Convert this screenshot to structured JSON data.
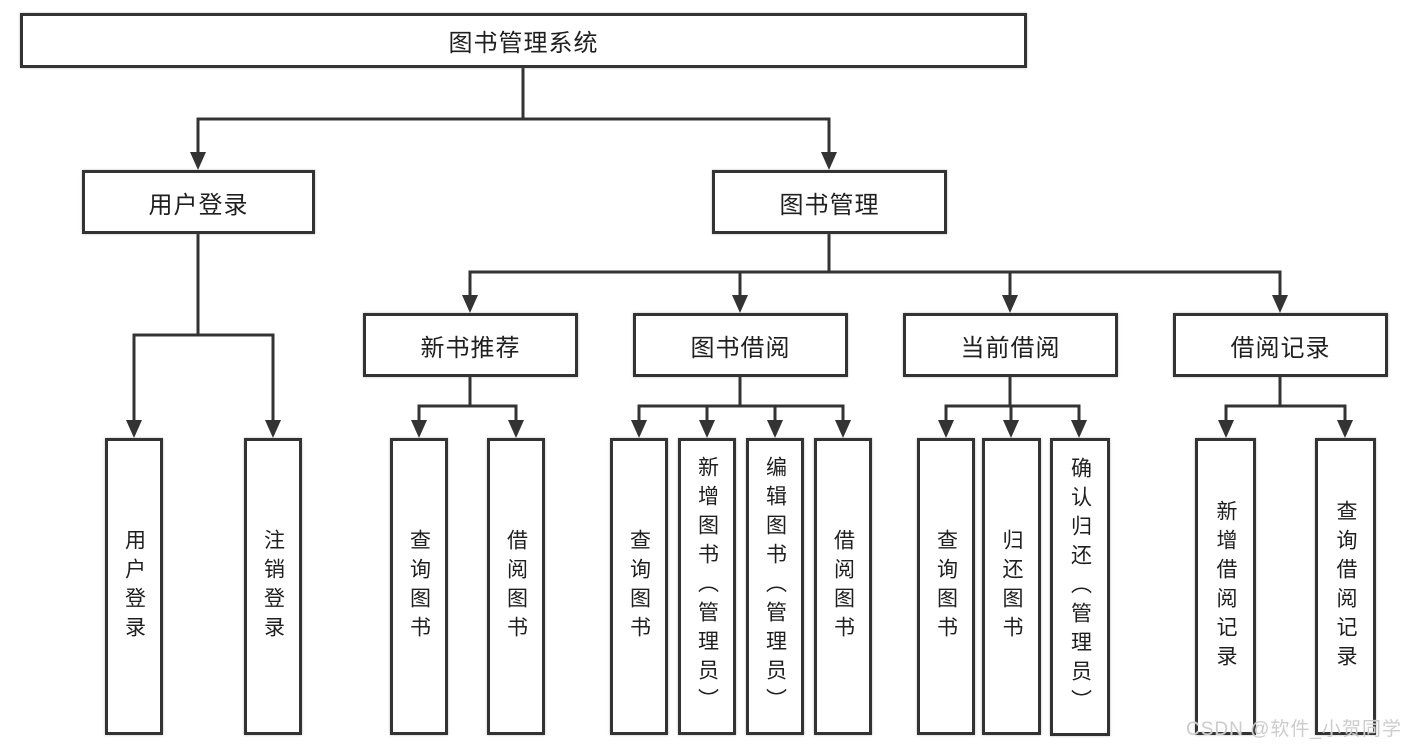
{
  "diagram": {
    "title": "图书管理系统"
  },
  "nodes": [
    {
      "id": "root",
      "label": "图书管理系统",
      "level": 1,
      "parent": null
    },
    {
      "id": "user-login",
      "label": "用户登录",
      "level": 2,
      "parent": "root"
    },
    {
      "id": "book-management",
      "label": "图书管理",
      "level": 2,
      "parent": "root"
    },
    {
      "id": "new-book-recommend",
      "label": "新书推荐",
      "level": 3,
      "parent": "book-management"
    },
    {
      "id": "book-borrow",
      "label": "图书借阅",
      "level": 3,
      "parent": "book-management"
    },
    {
      "id": "current-borrow",
      "label": "当前借阅",
      "level": 3,
      "parent": "book-management"
    },
    {
      "id": "borrow-records",
      "label": "借阅记录",
      "level": 3,
      "parent": "book-management"
    },
    {
      "id": "leaf-user-login",
      "label": "用户登录",
      "level": 4,
      "parent": "user-login"
    },
    {
      "id": "leaf-logout",
      "label": "注销登录",
      "level": 4,
      "parent": "user-login"
    },
    {
      "id": "leaf-query-books-1",
      "label": "查询图书",
      "level": 4,
      "parent": "new-book-recommend"
    },
    {
      "id": "leaf-borrow-books-1",
      "label": "借阅图书",
      "level": 4,
      "parent": "new-book-recommend"
    },
    {
      "id": "leaf-query-books-2",
      "label": "查询图书",
      "level": 4,
      "parent": "book-borrow"
    },
    {
      "id": "leaf-add-book",
      "label": "新增图书（管理员）",
      "level": 4,
      "parent": "book-borrow"
    },
    {
      "id": "leaf-edit-book",
      "label": "编辑图书（管理员）",
      "level": 4,
      "parent": "book-borrow"
    },
    {
      "id": "leaf-borrow-books-2",
      "label": "借阅图书",
      "level": 4,
      "parent": "book-borrow"
    },
    {
      "id": "leaf-query-books-3",
      "label": "查询图书",
      "level": 4,
      "parent": "current-borrow"
    },
    {
      "id": "leaf-return-book",
      "label": "归还图书",
      "level": 4,
      "parent": "current-borrow"
    },
    {
      "id": "leaf-confirm-return",
      "label": "确认归还（管理员）",
      "level": 4,
      "parent": "current-borrow"
    },
    {
      "id": "leaf-add-borrow-record",
      "label": "新增借阅记录",
      "level": 4,
      "parent": "borrow-records"
    },
    {
      "id": "leaf-query-borrow-record",
      "label": "查询借阅记录",
      "level": 4,
      "parent": "borrow-records"
    }
  ],
  "watermark": {
    "text": "CSDN @软件_小贺同学"
  },
  "colors": {
    "background": "#ffffff",
    "box_border": "#333333",
    "line": "#333333",
    "text": "#1f1f1f",
    "watermark": "#cccccc"
  }
}
